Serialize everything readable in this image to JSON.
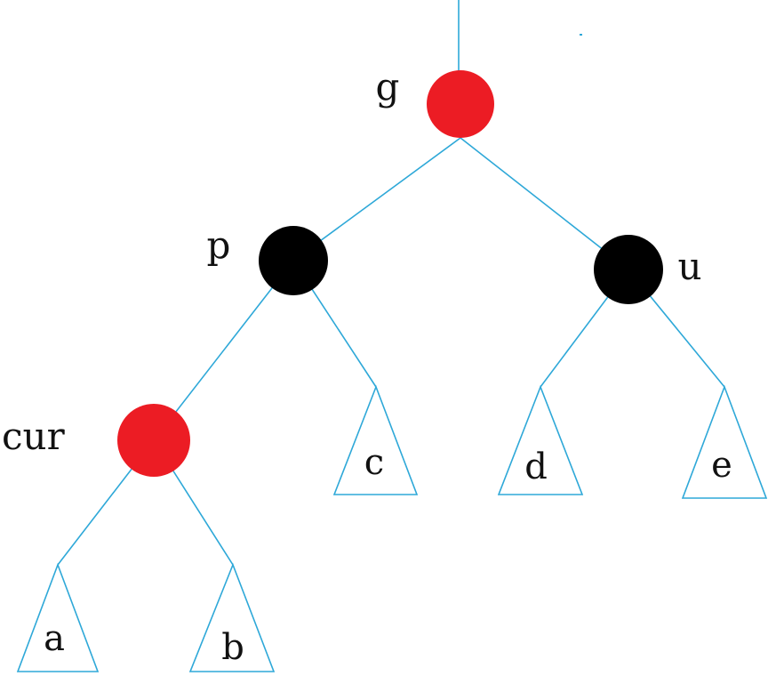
{
  "diagram": {
    "colors": {
      "red": "#ec1c24",
      "black": "#000000",
      "edge": "#2ea8d8"
    },
    "nodes": {
      "g": {
        "label": "g",
        "color": "red"
      },
      "p": {
        "label": "p",
        "color": "black"
      },
      "u": {
        "label": "u",
        "color": "black"
      },
      "cur": {
        "label": "cur",
        "color": "red"
      }
    },
    "subtrees": {
      "a": {
        "label": "a"
      },
      "b": {
        "label": "b"
      },
      "c": {
        "label": "c"
      },
      "d": {
        "label": "d"
      },
      "e": {
        "label": "e"
      }
    }
  }
}
